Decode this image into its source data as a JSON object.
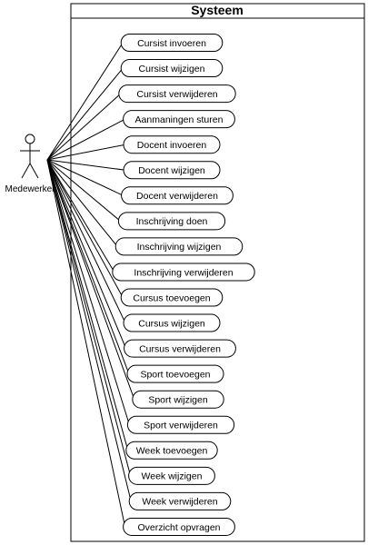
{
  "system": {
    "title": "Systeem"
  },
  "actor": {
    "name": "Medewerker"
  },
  "use_cases": [
    "Cursist invoeren",
    "Cursist wijzigen",
    "Cursist verwijderen",
    "Aanmaningen sturen",
    "Docent invoeren",
    "Docent wijzigen",
    "Docent verwijderen",
    "Inschrijving doen",
    "Inschrijving wijzigen",
    "Inschrijving verwijderen",
    "Cursus toevoegen",
    "Cursus wijzigen",
    "Cursus verwijderen",
    "Sport toevoegen",
    "Sport wijzigen",
    "Sport verwijderen",
    "Week toevoegen",
    "Week wijzigen",
    "Week verwijderen",
    "Overzicht opvragen"
  ],
  "colors": {
    "stroke": "#000000",
    "fill": "#ffffff"
  }
}
